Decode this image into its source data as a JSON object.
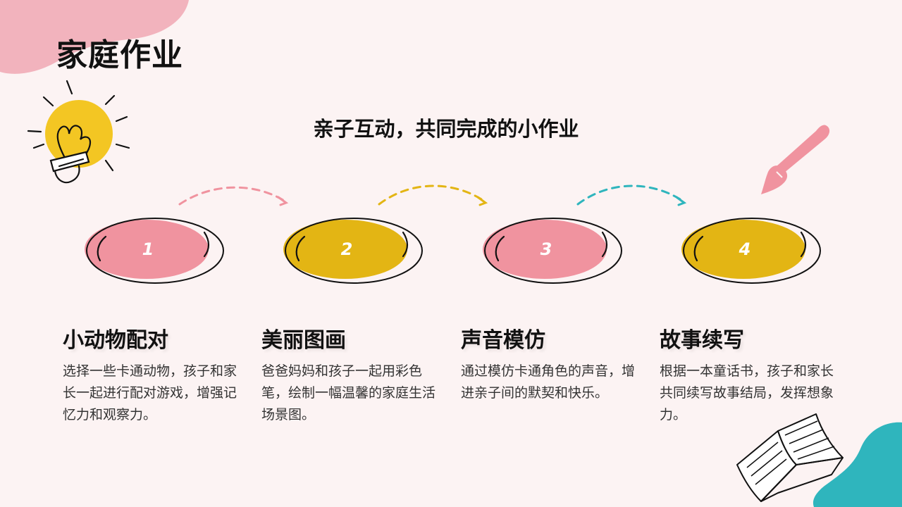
{
  "slide": {
    "title": "家庭作业",
    "subtitle": "亲子互动，共同完成的小作业",
    "colors": {
      "background": "#fcf3f3",
      "pink": "#f0939f",
      "yellow": "#e3b514",
      "teal": "#2fb5bd",
      "corner_pink": "#f2b3bd"
    }
  },
  "steps": [
    {
      "number": "1",
      "title": "小动物配对",
      "desc": "选择一些卡通动物，孩子和家长一起进行配对游戏，增强记忆力和观察力。"
    },
    {
      "number": "2",
      "title": "美丽图画",
      "desc": "爸爸妈妈和孩子一起用彩色笔，绘制一幅温馨的家庭生活场景图。"
    },
    {
      "number": "3",
      "title": "声音模仿",
      "desc": "通过模仿卡通角色的声音，增进亲子间的默契和快乐。"
    },
    {
      "number": "4",
      "title": "故事续写",
      "desc": "根据一本童话书，孩子和家长共同续写故事结局，发挥想象力。"
    }
  ]
}
